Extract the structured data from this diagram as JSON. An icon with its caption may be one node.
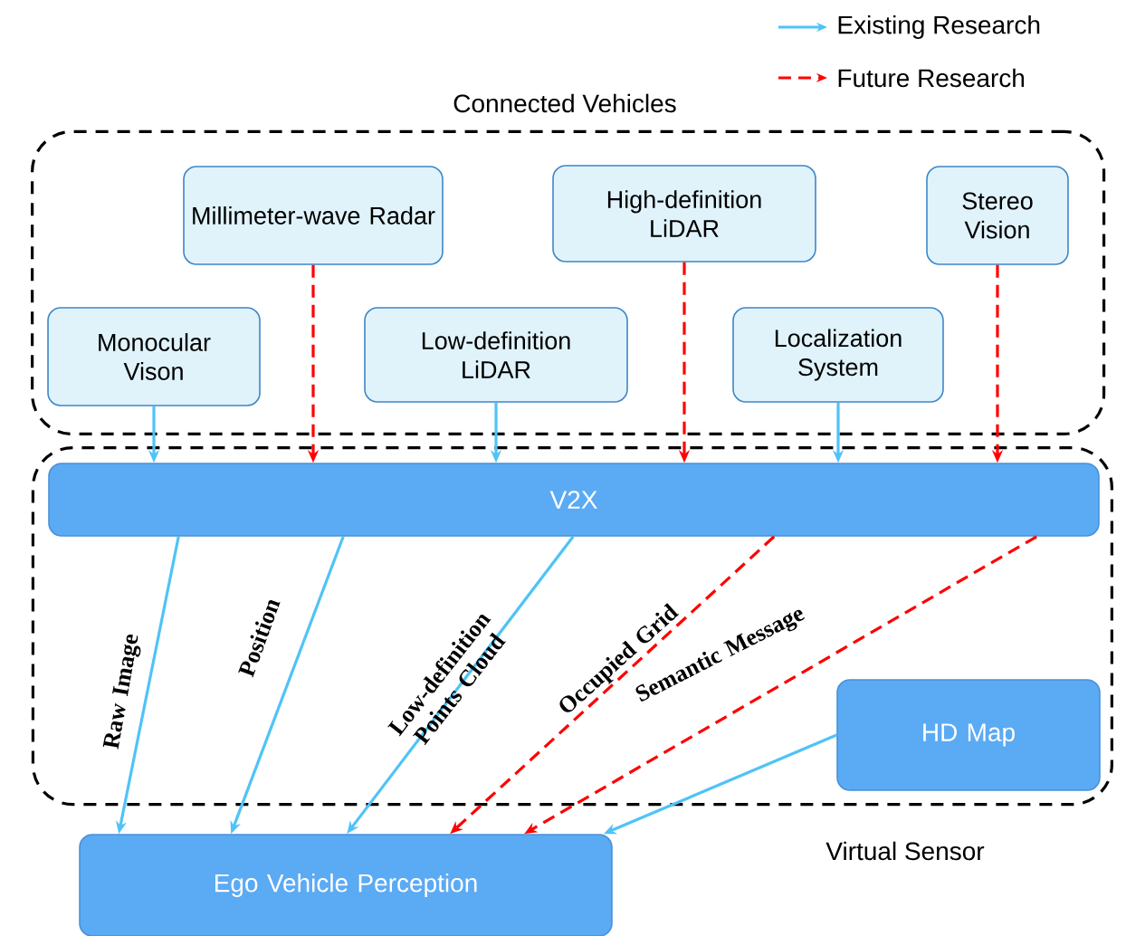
{
  "diagram": {
    "nodes": [
      {
        "text": [
          "Connected Vehicles"
        ]
      },
      {
        "text": [
          "Millimeter-wave Radar"
        ],
        "in": 0
      },
      {
        "text": [
          "High-definition LiDAR"
        ],
        "in": 0
      },
      {
        "text": [
          "Stereo Vision"
        ],
        "in": 0
      },
      {
        "text": [
          "Monocular Vison"
        ],
        "in": 0
      },
      {
        "text": [
          "Low-definition LiDAR"
        ],
        "in": 0
      },
      {
        "text": [
          "Localization System"
        ],
        "in": 0
      },
      {
        "text": [
          "Virtual Sensor"
        ]
      },
      {
        "text": [
          "V2X"
        ],
        "in": 7
      },
      {
        "text": [
          "HD Map"
        ],
        "in": 7
      },
      {
        "text": [
          "Ego Vehicle Perception"
        ]
      }
    ],
    "edges": [
      {
        "from": 4,
        "to": 8,
        "arrow": "to"
      },
      {
        "from": 1,
        "to": 8,
        "arrow": "to",
        "style": "dashed",
        "color": "#ff0000"
      },
      {
        "from": 5,
        "to": 8,
        "arrow": "to"
      },
      {
        "from": 2,
        "to": 8,
        "arrow": "to",
        "style": "dashed",
        "color": "#ff0000"
      },
      {
        "from": 6,
        "to": 8,
        "arrow": "to"
      },
      {
        "from": 3,
        "to": 8,
        "arrow": "to",
        "style": "dashed",
        "color": "#ff0000"
      },
      {
        "from": 8,
        "to": 10,
        "arrow": "to",
        "label": "Raw Image"
      },
      {
        "from": 8,
        "to": 10,
        "arrow": "to",
        "label": "Position"
      },
      {
        "from": 8,
        "to": 10,
        "arrow": "to",
        "label": "Low-definition Points Cloud"
      },
      {
        "from": 8,
        "to": 10,
        "arrow": "to",
        "label": "Occupied Grid",
        "style": "dashed",
        "color": "#ff0000"
      },
      {
        "from": 8,
        "to": 10,
        "arrow": "to",
        "label": "Semantic Message",
        "style": "dashed",
        "color": "#ff0000"
      },
      {
        "from": 9,
        "to": 10,
        "arrow": "to"
      }
    ],
    "legend": [
      {
        "text": "Existing Research"
      },
      {
        "text": "Future Research"
      }
    ]
  }
}
